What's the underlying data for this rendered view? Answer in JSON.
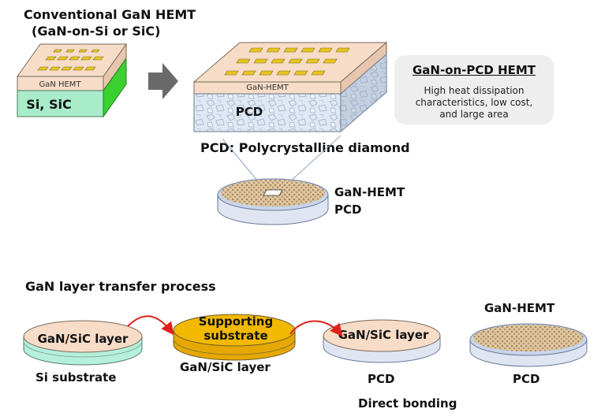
{
  "conventional": {
    "title_line1": "Conventional GaN HEMT",
    "title_line2": "(GaN-on-Si or SiC)",
    "layer_top": "GaN HEMT",
    "layer_substrate": "Si, SiC"
  },
  "pcd_block": {
    "layer_top": "GaN-HEMT",
    "layer_substrate": "PCD",
    "caption": "PCD: Polycrystalline diamond"
  },
  "callout": {
    "title": "GaN-on-PCD HEMT",
    "body": "High heat dissipation\ncharacteristics, low cost,\nand large area"
  },
  "wafer": {
    "label_top": "GaN-HEMT",
    "label_bottom": "PCD"
  },
  "process": {
    "title": "GaN layer transfer process",
    "step1": {
      "disc": "GaN/SiC layer",
      "caption": "Si substrate"
    },
    "step2": {
      "disc": "Supporting\nsubstrate",
      "caption": "GaN/SiC layer"
    },
    "step3": {
      "disc": "GaN/SiC layer",
      "caption": "PCD",
      "note": "Direct bonding"
    },
    "step4": {
      "label_top": "GaN-HEMT",
      "caption": "PCD"
    }
  },
  "colors": {
    "gan_layer": "#f7dcc8",
    "si_sic": "#3ad12e",
    "pcd": "#dfe8f4",
    "electrode": "#e7c420",
    "supporting": "#f3b800",
    "arrow_red": "#e0201a",
    "arrow_gray": "#6a6a6a"
  }
}
